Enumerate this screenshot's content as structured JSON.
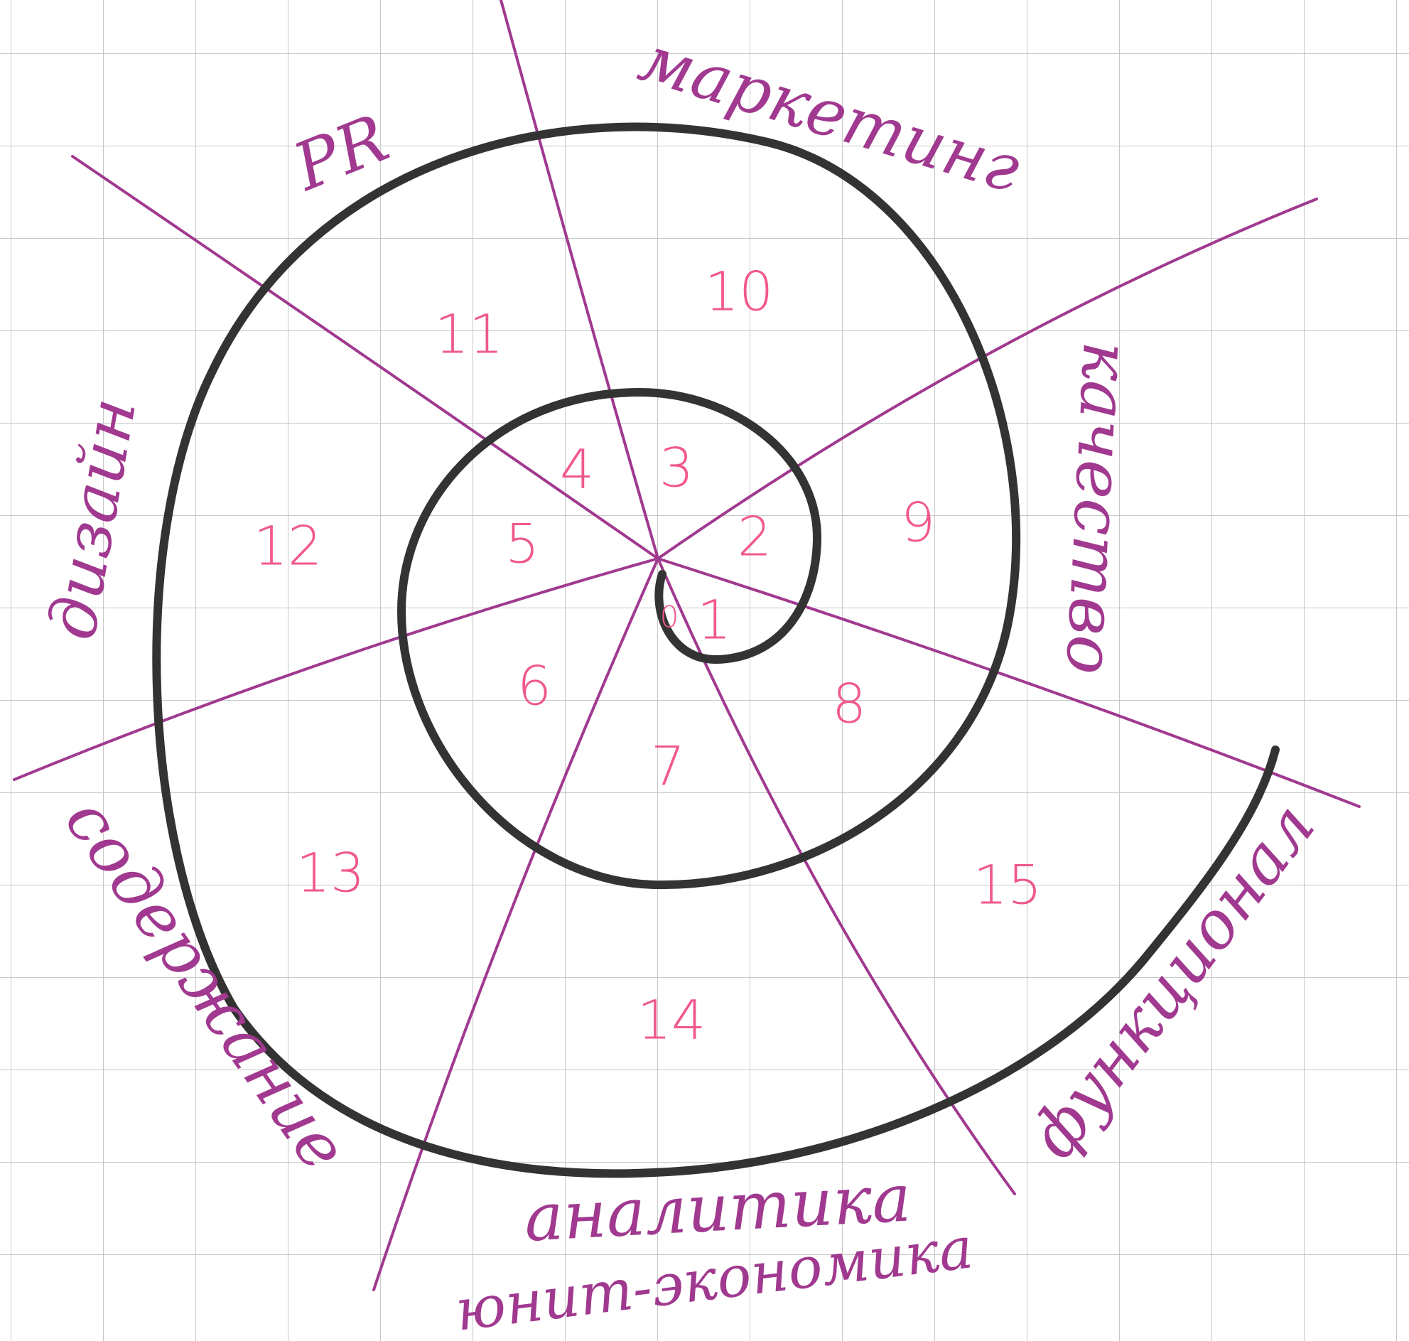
{
  "colors": {
    "background": "#ffffff",
    "grid": "#c8c8c8",
    "spiral": "#333333",
    "divider": "#a0398f",
    "sector_number": "#f0588f",
    "category_label": "#a0398f"
  },
  "center_mark": "0",
  "sector_numbers": [
    "1",
    "2",
    "3",
    "4",
    "5",
    "6",
    "7",
    "8",
    "9",
    "10",
    "11",
    "12",
    "13",
    "14",
    "15"
  ],
  "categories": {
    "marketing": "маркетинг",
    "pr": "PR",
    "quality": "качество",
    "design": "дизайн",
    "content": "содержание",
    "analytics": "аналитика",
    "unit_economics": "юнит-экономика",
    "functionality": "функционал"
  }
}
